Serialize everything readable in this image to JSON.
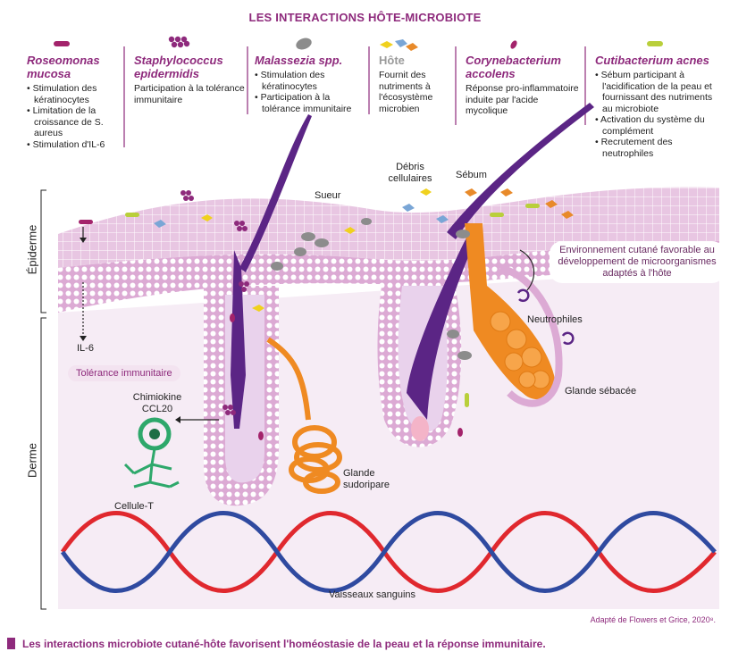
{
  "title": "LES INTERACTIONS HÔTE-MICROBIOTE",
  "species": [
    {
      "name": "Roseomonas mucosa",
      "items": [
        "Stimulation des kératinocytes",
        "Limitation de la croissance de S. aureus",
        "Stimulation d'IL-6"
      ]
    },
    {
      "name": "Staphylococcus epidermidis",
      "text": "Participation à la tolérance immunitaire"
    },
    {
      "name": "Malassezia spp.",
      "items": [
        "Stimulation des kératinocytes",
        "Participation à la tolérance immunitaire"
      ]
    },
    {
      "name": "Hôte",
      "text": "Fournit des nutriments à l'écosystème microbien"
    },
    {
      "name": "Corynebacterium accolens",
      "text": "Réponse pro-inflammatoire induite par l'acide mycolique"
    },
    {
      "name": "Cutibacterium acnes",
      "items": [
        "Sébum participant à l'acidification de la peau et fournissant des nutriments au microbiote",
        "Activation du système du complément",
        "Recrutement des neutrophiles"
      ]
    }
  ],
  "labels": {
    "sueur": "Sueur",
    "debris": "Débris cellulaires",
    "sebum": "Sébum",
    "epiderme": "Épiderme",
    "derme": "Derme",
    "il6": "IL-6",
    "tolerance": "Tolérance immunitaire",
    "chimiokine": "Chimiokine CCL20",
    "cellule_t": "Cellule-T",
    "glande_sudoripare": "Glande sudoripare",
    "neutrophiles": "Neutrophiles",
    "glande_sebacee": "Glande sébacée",
    "environnement": "Environnement cutané favorable au développement de microorganismes adaptés à l'hôte",
    "vaisseaux": "Vaisseaux sanguins"
  },
  "credit": "Adapté de Flowers et Grice, 2020⁸.",
  "caption": "Les interactions microbiote cutané-hôte favorisent l'homéostasie de la peau et la réponse immunitaire.",
  "colors": {
    "accent": "#8e2a7c",
    "skin": "#e7c3e1",
    "dermis": "#f6ecf5",
    "orange": "#ef8a22",
    "vessel_red": "#e0282e",
    "vessel_blue": "#2f4aa0",
    "tcell": "#2ea86b"
  }
}
